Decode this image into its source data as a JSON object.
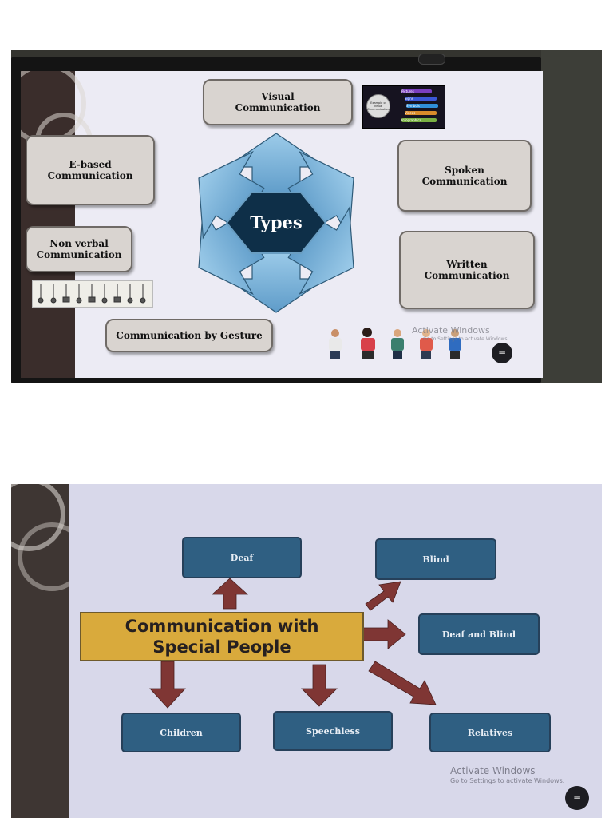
{
  "slide1": {
    "center_label": "Types",
    "boxes": {
      "visual": "Visual\nCommunication",
      "ebased": "E-based\nCommunication",
      "spoken": "Spoken\nCommunication",
      "nonverbal": "Non verbal\nCommunication",
      "written": "Written\nCommunication",
      "gesture": "Communication by Gesture"
    },
    "mini_chart_title": "Example of Visual Communication",
    "mini_chart_items": [
      "Pictures",
      "Signs",
      "Symbols",
      "Videos",
      "Infographics"
    ],
    "watermark_title": "Activate Windows",
    "watermark_sub": "Go to Settings to activate Windows.",
    "menu_icon": "menu-icon"
  },
  "slide2": {
    "center_label": "Communication with\nSpecial People",
    "boxes": {
      "deaf": "Deaf",
      "blind": "Blind",
      "deaf_blind": "Deaf and Blind",
      "children": "Children",
      "speechless": "Speechless",
      "relatives": "Relatives"
    },
    "watermark_title": "Activate Windows",
    "watermark_sub": "Go to Settings to activate Windows.",
    "menu_icon": "menu-icon"
  },
  "colors": {
    "arrow_blue": "#7db3d8",
    "hexagon": "#0e2f48",
    "box_teal": "#2f5f82",
    "center_gold": "#d9aa3c",
    "arrow_maroon": "#7f3634"
  }
}
